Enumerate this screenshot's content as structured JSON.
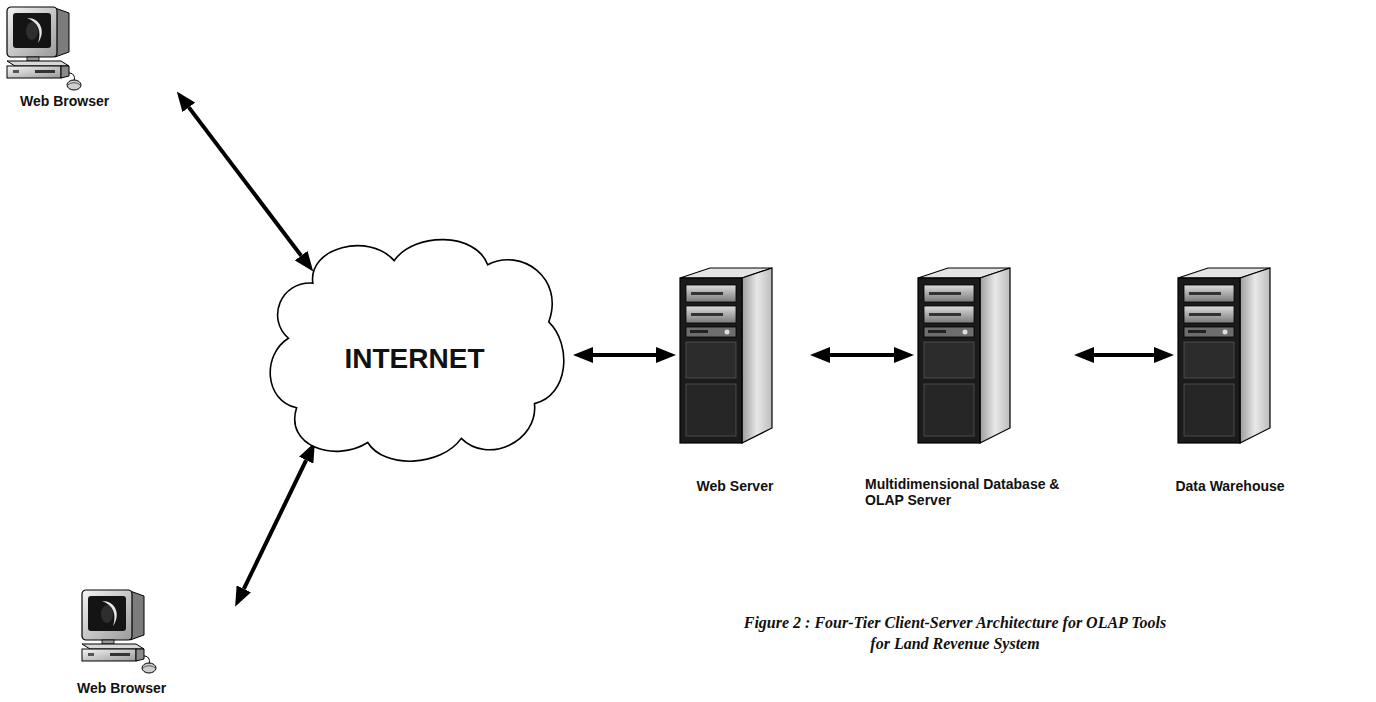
{
  "diagram": {
    "caption": "Figure 2 : Four-Tier Client-Server Architecture for OLAP Tools for Land Revenue System",
    "nodes": [
      {
        "text": [
          "Web Browser"
        ]
      },
      {
        "text": [
          "Web Browser"
        ]
      },
      {
        "text": [
          "INTERNET"
        ]
      },
      {
        "text": [
          "Web Server"
        ]
      },
      {
        "text": [
          "Multidimensional Database & OLAP Server"
        ]
      },
      {
        "text": [
          "Data Warehouse"
        ]
      }
    ],
    "edges": [
      {
        "from": 0,
        "to": 2,
        "arrow": "both"
      },
      {
        "from": 1,
        "to": 2,
        "arrow": "both"
      },
      {
        "from": 2,
        "to": 3,
        "arrow": "both"
      },
      {
        "from": 3,
        "to": 4,
        "arrow": "both"
      },
      {
        "from": 4,
        "to": 5,
        "arrow": "both"
      }
    ]
  }
}
